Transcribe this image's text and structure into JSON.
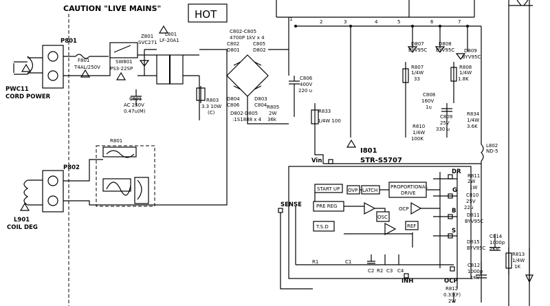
{
  "header": {
    "caution": "CAUTION \"LIVE MAINS\"",
    "hot": "HOT"
  },
  "labels": {
    "p801": "P801",
    "p802": "P802",
    "pwc11": "PWC11",
    "cord_power": "CORD POWER",
    "l901": "L901",
    "coil_deg": "COIL DEG",
    "f801": "F801",
    "f801_value": "T4AL/250V",
    "sw801": "SW801",
    "sw801_value": "PS3-22SP",
    "z801": "Z801",
    "z801_value": "SVC271",
    "l801": "L801",
    "l801_value": "LF-20A1",
    "c801": "C801",
    "c801_value1": "AC 250V",
    "c801_value2": "0.47u(M)",
    "r803": "R803",
    "r803_value": "3.3 10W",
    "r803_note": "(C)",
    "c802_805": "C802-C805",
    "c802_805_value": "4700P 1kV x 4",
    "c802": "C802",
    "d801": "D801",
    "c805": "C805",
    "d802": "D802",
    "d804": "D804",
    "c806_lower": "C806",
    "d803": "D803",
    "c804": "C804",
    "d802_805": "D802-D805",
    "d802_805_value": ":1S1888 x 4",
    "r805": "R805",
    "r805_value1": "2W",
    "r805_value2": "36k",
    "c806": "C806",
    "c806_value1": "400V",
    "c806_value2": "220 u",
    "r833": "R833",
    "r833_value": "1/4W 100",
    "d807": "D807",
    "d807_value": "BYV95C",
    "d808": "D808",
    "d808_value": "BYV95C",
    "d809": "D809",
    "d809_value": "BYV95C",
    "r807": "R807",
    "r807_value1": "1/4W",
    "r807_value2": "33",
    "c808": "C808",
    "c808_value1": "160V",
    "c808_value2": "1u",
    "r808": "R808",
    "r808_value1": "1/4W",
    "r808_value2": "1.8K",
    "r810": "R810",
    "r810_value1": "1/4W",
    "r810_value2": "100K",
    "c809": "C809",
    "c809_value1": "25V",
    "c809_value2": "330 u",
    "r834": "R834",
    "r834_value1": "1/4W",
    "r834_value2": "3.6K",
    "l802": "L802",
    "l802_value": "ND-5",
    "r801": "R801",
    "r811": "R811",
    "r811_value1": "2W",
    "r811_value2": "1W",
    "c810": "C810",
    "c810_value1": "25V",
    "c810_value2": "22u",
    "d811": "D811",
    "d811_value": "BYV95C",
    "d815": "D815",
    "d815_value": "BYV95C",
    "c814": "C814",
    "c814_value1": "1000p",
    "c814_value2": "2KV",
    "c812": "C812",
    "c812_value1": "1000p",
    "c812_value2": "1KV",
    "r813": "R813",
    "r813_value1": "1/4W",
    "r813_value2": "1K",
    "r812": "R812",
    "r812_value1": "0.33(F)",
    "r812_value2": "2W"
  },
  "nodes": {
    "n1": "1",
    "n2": "2",
    "n3": "3",
    "n4": "4",
    "n5": "5",
    "n6": "6",
    "n7": "7"
  },
  "ic": {
    "ref": "I801",
    "part": "STR-S5707",
    "vin": "Vin",
    "sense": "SENSE",
    "inh": "INH",
    "ocp_pin": "OCP",
    "dr": "DR",
    "g": "G",
    "b": "B",
    "s": "S",
    "blocks": {
      "startup": "START UP",
      "ovp": "OVP",
      "latch": "LATCH",
      "proportional": "PROPORTIONAL",
      "drive": "DRIVE",
      "preg": "PRE REG",
      "tsd": "T.S.D",
      "osc": "OSC",
      "ref": "REF",
      "ocp": "OCP"
    },
    "internal": {
      "r1": "R1",
      "c1": "C1",
      "c2": "C2",
      "r2": "R2",
      "c3": "C3",
      "c4": "C4"
    }
  }
}
